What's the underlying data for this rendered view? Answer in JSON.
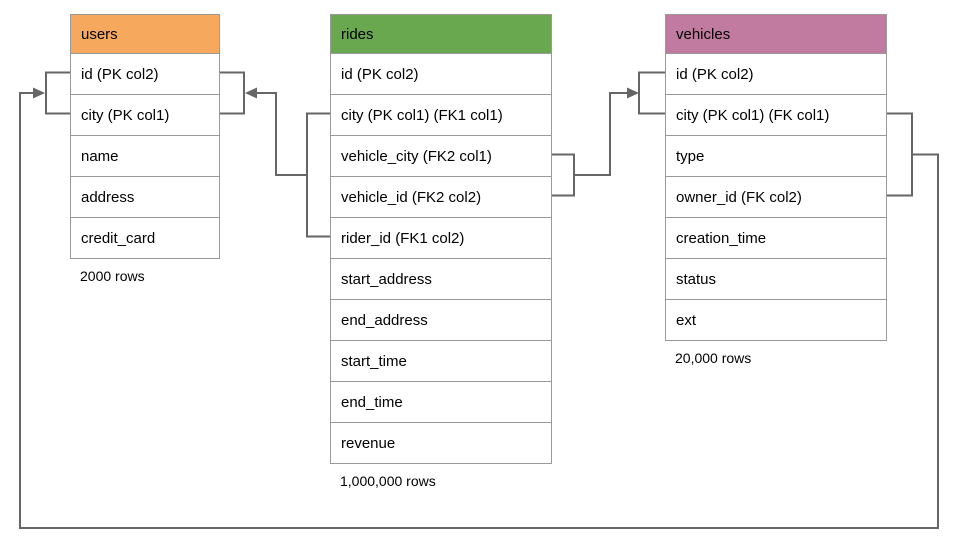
{
  "colors": {
    "connector": "#666666",
    "table_border": "#999999",
    "users_header": "#F6A95C",
    "rides_header": "#6AA84F",
    "vehicles_header": "#C27BA0",
    "text": "#000000",
    "background": "#ffffff"
  },
  "tables": {
    "users": {
      "title": "users",
      "header_color": "#F6A95C",
      "columns": [
        "id (PK col2)",
        "city (PK col1)",
        "name",
        "address",
        "credit_card"
      ],
      "row_count": "2000 rows"
    },
    "rides": {
      "title": "rides",
      "header_color": "#6AA84F",
      "columns": [
        "id (PK col2)",
        "city (PK col1) (FK1 col1)",
        "vehicle_city (FK2 col1)",
        "vehicle_id (FK2 col2)",
        "rider_id (FK1 col2)",
        "start_address",
        "end_address",
        "start_time",
        "end_time",
        "revenue"
      ],
      "row_count": "1,000,000 rows"
    },
    "vehicles": {
      "title": "vehicles",
      "header_color": "#C27BA0",
      "columns": [
        "id (PK col2)",
        "city (PK col1) (FK col1)",
        "type",
        "owner_id (FK col2)",
        "creation_time",
        "status",
        "ext"
      ],
      "row_count": "20,000 rows"
    }
  },
  "relationships": [
    {
      "name": "FK1",
      "from_table": "rides",
      "from_columns": [
        "city (FK1 col1)",
        "rider_id (FK1 col2)"
      ],
      "to_table": "users",
      "to_columns": [
        "id (PK col2)",
        "city (PK col1)"
      ]
    },
    {
      "name": "FK2",
      "from_table": "rides",
      "from_columns": [
        "vehicle_city (FK2 col1)",
        "vehicle_id (FK2 col2)"
      ],
      "to_table": "vehicles",
      "to_columns": [
        "id (PK col2)",
        "city (PK col1)"
      ]
    },
    {
      "name": "FK",
      "from_table": "vehicles",
      "from_columns": [
        "city (FK col1)",
        "owner_id (FK col2)"
      ],
      "to_table": "users",
      "to_columns": [
        "id (PK col2)",
        "city (PK col1)"
      ]
    }
  ]
}
